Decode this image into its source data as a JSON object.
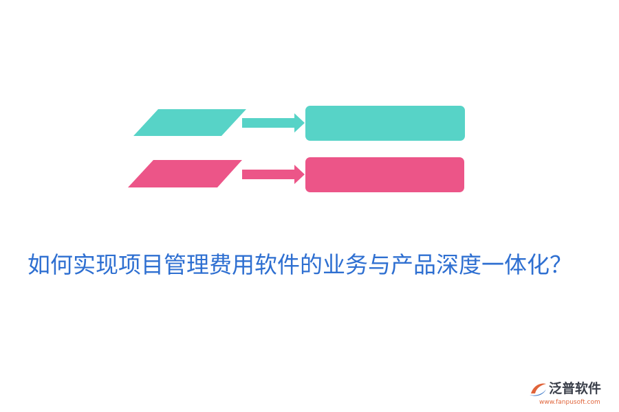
{
  "headline": "如何实现项目管理费用软件的业务与产品深度一体化？",
  "brand": {
    "name": "泛普软件",
    "url": "www.fanpusoft.com",
    "logo_icon": "fanpu-logo-icon"
  },
  "colors": {
    "teal": "#57d3c7",
    "pink": "#ec5588",
    "headline": "#2e6fd1",
    "brand_text": "#3a3f4a",
    "brand_accent": "#e0643a"
  }
}
